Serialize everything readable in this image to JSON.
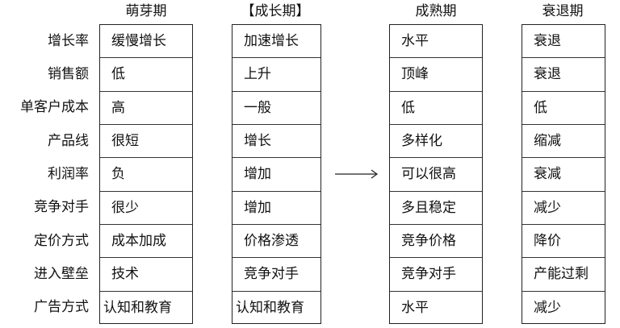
{
  "stages": [
    {
      "header": "萌芽期",
      "cells": [
        "缓慢增长",
        "低",
        "高",
        "很短",
        "负",
        "很少",
        "成本加成",
        "技术",
        "认知和教育"
      ]
    },
    {
      "header": "【成长期】",
      "cells": [
        "加速增长",
        "上升",
        "一般",
        "增长",
        "增加",
        "增加",
        "价格渗透",
        "竞争对手",
        "认知和教育"
      ]
    },
    {
      "header": "成熟期",
      "cells": [
        "水平",
        "顶峰",
        "低",
        "多样化",
        "可以很高",
        "多且稳定",
        "竞争价格",
        "竞争对手",
        "水平"
      ]
    },
    {
      "header": "衰退期",
      "cells": [
        "衰退",
        "衰退",
        "低",
        "缩减",
        "衰减",
        "减少",
        "降价",
        "产能过剩",
        "减少"
      ]
    }
  ],
  "row_labels": [
    "增长率",
    "销售额",
    "单客户成本",
    "产品线",
    "利润率",
    "竞争对手",
    "定价方式",
    "进入壁垒",
    "广告方式"
  ],
  "colors": {
    "border": "#222222",
    "text": "#111111",
    "background": "#ffffff"
  },
  "icons": {
    "arrow": "right-arrow-icon"
  }
}
